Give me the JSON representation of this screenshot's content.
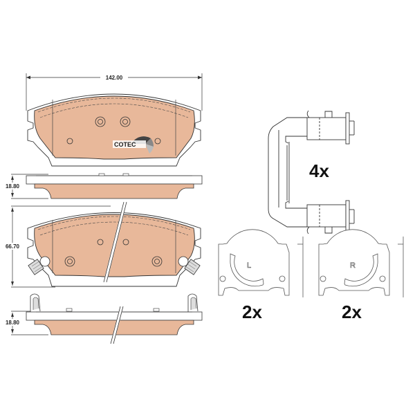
{
  "colors": {
    "friction": "#e8b89a",
    "outline": "#3a3a3a",
    "background": "#ffffff"
  },
  "dimensions": {
    "width": "142.00",
    "height": "66.70",
    "thickness_top": "18.80",
    "thickness_bottom": "18.80"
  },
  "logo": {
    "text": "COTEC"
  },
  "accessories": {
    "clip": {
      "quantity": "4x"
    },
    "shim_left": {
      "label": "L",
      "quantity": "2x"
    },
    "shim_right": {
      "label": "R",
      "quantity": "2x"
    }
  }
}
